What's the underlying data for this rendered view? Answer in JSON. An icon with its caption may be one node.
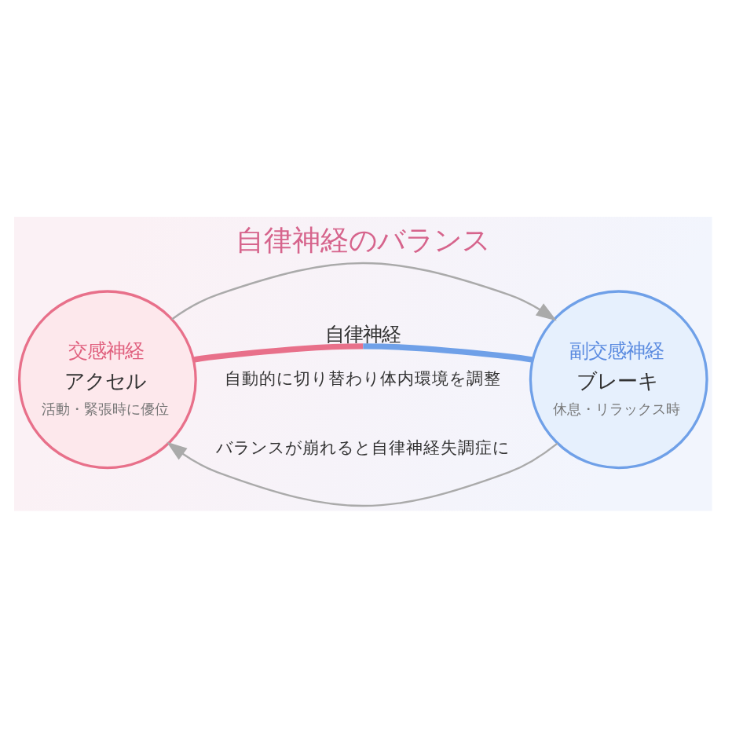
{
  "diagram": {
    "title": "自律神経のバランス",
    "nodes": [
      {
        "text": [
          "交感神経",
          "アクセル",
          "活動・緊張時に優位"
        ]
      },
      {
        "text": [
          "副交感神経",
          "ブレーキ",
          "休息・リラックス時"
        ]
      }
    ],
    "edges": [
      {
        "from": 0,
        "to": 1,
        "arrow": "to"
      },
      {
        "from": 0,
        "to": 1,
        "arrow": "none",
        "label": "自律神経",
        "style": "thick"
      },
      {
        "from": 1,
        "to": 0,
        "arrow": "to"
      }
    ],
    "labels": [
      "自動的に切り替わり体内環境を調整",
      "バランスが崩れると自律神経失調症に"
    ]
  }
}
